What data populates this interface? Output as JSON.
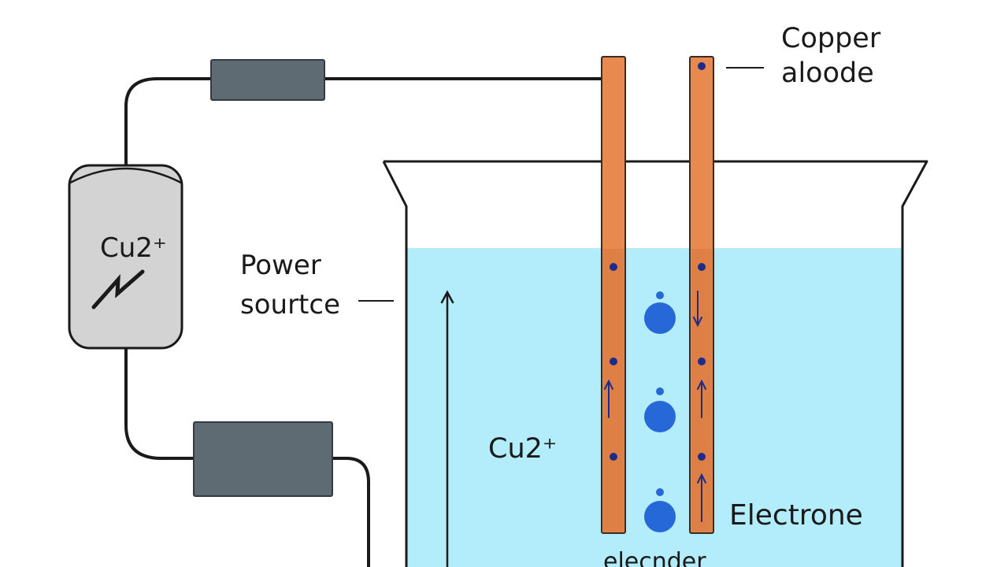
{
  "labels": {
    "copper_anode_line1": "Copper",
    "copper_anode_line2": "aloode",
    "power_source_line1": "Power",
    "power_source_line2": "sourtce",
    "battery_label": "Cu2⁺",
    "solution_label": "Cu2⁺",
    "electrone_label": "Electrone",
    "bottom_label": "elecnder"
  },
  "colors": {
    "solution": "#b3ecfa",
    "copper": "#e8894f",
    "wire": "#1a1a1a",
    "connector": "#5f6b73",
    "battery": "#d3d3d3",
    "ion": "#2768d8",
    "dot": "#1d2c8c"
  },
  "icons": {
    "battery_symbol": "lightning-icon"
  }
}
